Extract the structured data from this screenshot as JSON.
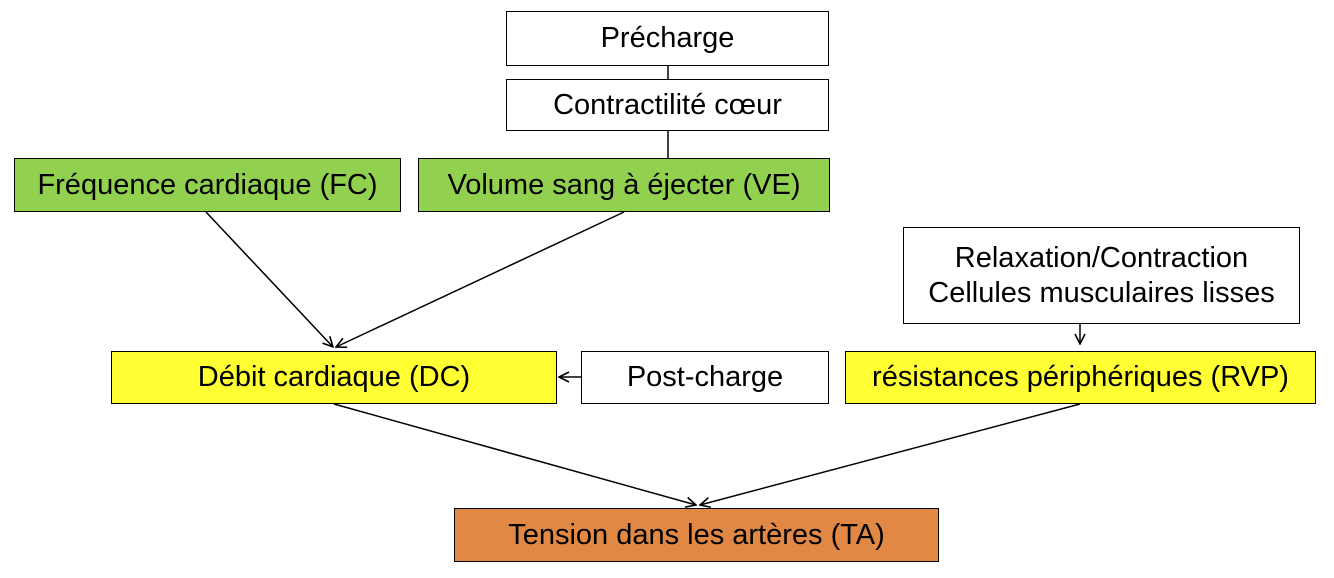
{
  "colors": {
    "white": "#ffffff",
    "green": "#92d050",
    "yellow": "#ffff33",
    "orange": "#e08844",
    "line": "#000000"
  },
  "nodes": {
    "precharge": {
      "label": "Précharge"
    },
    "contractilite": {
      "label": "Contractilité cœur"
    },
    "fc": {
      "label": "Fréquence cardiaque (FC)"
    },
    "ve": {
      "label": "Volume sang à éjecter (VE)"
    },
    "relax": {
      "line1": "Relaxation/Contraction",
      "line2": "Cellules musculaires lisses"
    },
    "dc": {
      "label": "Débit cardiaque (DC)"
    },
    "postcharge": {
      "label": "Post-charge"
    },
    "rvp": {
      "label": "résistances périphériques (RVP)"
    },
    "ta": {
      "label": "Tension dans les artères (TA)"
    }
  },
  "edges": [
    {
      "from": "precharge",
      "to": "contractilite",
      "arrow": false
    },
    {
      "from": "contractilite",
      "to": "ve",
      "arrow": false
    },
    {
      "from": "fc",
      "to": "dc",
      "arrow": true
    },
    {
      "from": "ve",
      "to": "dc",
      "arrow": true
    },
    {
      "from": "postcharge",
      "to": "dc",
      "arrow": true
    },
    {
      "from": "relax",
      "to": "rvp",
      "arrow": true
    },
    {
      "from": "dc",
      "to": "ta",
      "arrow": true
    },
    {
      "from": "rvp",
      "to": "ta",
      "arrow": true
    }
  ]
}
